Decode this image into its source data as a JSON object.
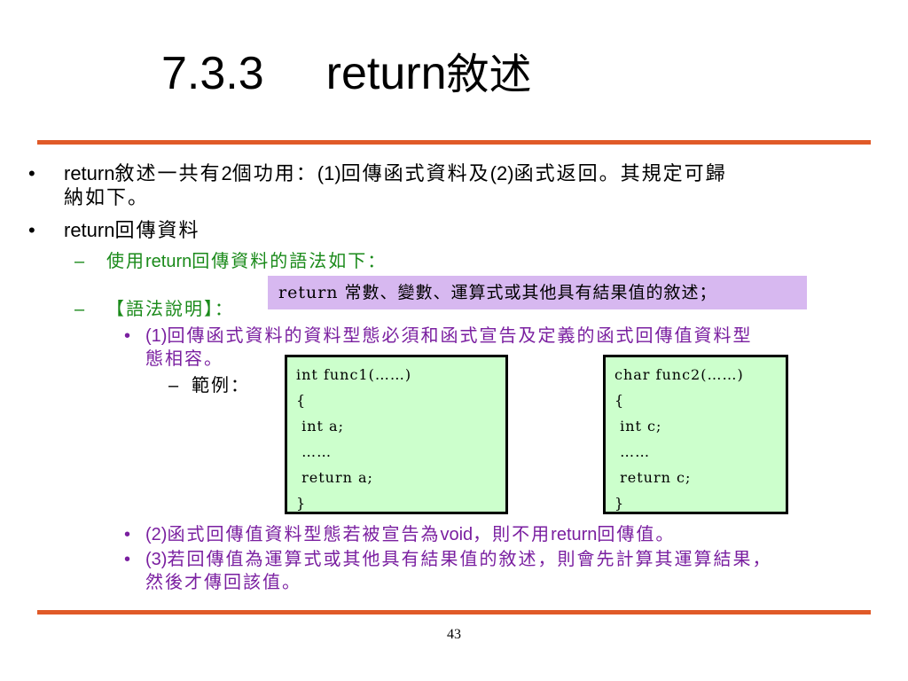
{
  "title": {
    "number": "7.3.3",
    "keyword": "return",
    "cjk": "敘述"
  },
  "bullets": {
    "b1": {
      "marker": "•",
      "kw": "return",
      "text_a": "敘述一共有",
      "num": "2",
      "text_b": "個功用：",
      "p1": "(1)",
      "text_c": "回傳函式資料及",
      "p2": "(2)",
      "text_d": "函式返回。其規定可歸",
      "line2": "納如下。"
    },
    "b2": {
      "marker": "•",
      "kw": "return",
      "text": "回傳資料"
    },
    "sub1": {
      "marker": "–",
      "text_a": "使用",
      "kw": "return",
      "text_b": "回傳資料的語法如下："
    },
    "sub2": {
      "marker": "–",
      "text": "【語法說明】："
    },
    "item1": {
      "marker": "•",
      "num": "(1)",
      "text": "回傳函式資料的資料型態必須和函式宣告及定義的函式回傳值資料型",
      "line2": "態相容。"
    },
    "example": {
      "marker": "–",
      "text": "範例："
    },
    "item2": {
      "marker": "•",
      "num": "(2)",
      "text_a": "函式回傳值資料型態若被宣告為",
      "kw1": "void",
      "text_b": "，則不用",
      "kw2": "return",
      "text_c": "回傳值。"
    },
    "item3": {
      "marker": "•",
      "num": "(3)",
      "text": "若回傳值為運算式或其他具有結果值的敘述，則會先計算其運算結果，",
      "line2": "然後才傳回該值。"
    }
  },
  "syntax": {
    "text": "return 常數、變數、運算式或其他具有結果值的敘述；"
  },
  "code1": [
    "int func1(……)",
    "{",
    " int a;",
    " ……",
    " return a;",
    "}"
  ],
  "code2": [
    "char func2(……)",
    "{",
    " int c;",
    " ……",
    " return c;",
    "}"
  ],
  "page_number": "43",
  "colors": {
    "accent_rule": "#e05a28",
    "purple_text": "#7a1fa0",
    "green_text": "#1a8a1a",
    "syntax_bg": "#d7b8f0",
    "code_bg": "#ccffcc"
  }
}
